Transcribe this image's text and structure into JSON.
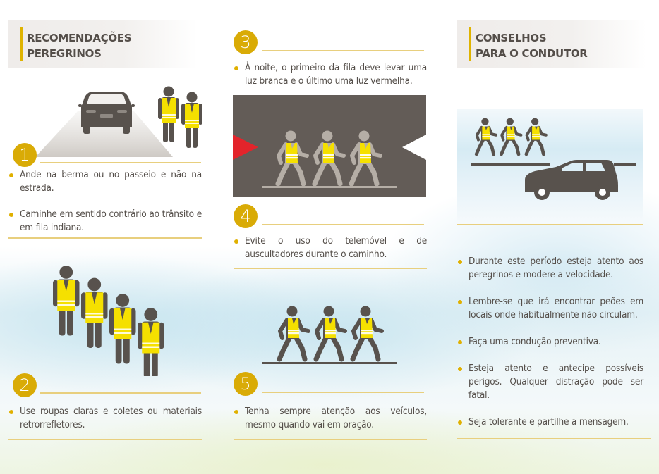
{
  "colors": {
    "accent_gold": "#d9ab06",
    "rule_gold": "#e8cf7e",
    "text_dark": "#544e49",
    "figure_dark": "#58524d",
    "vest_yellow": "#f5e000",
    "night_panel": "#635c57",
    "red_light": "#e3242b"
  },
  "left": {
    "heading": {
      "line1": "RECOMENDAÇÕES",
      "line2": "PEREGRINOS"
    },
    "step1": {
      "number": "1",
      "bullets": [
        "Ande na berma ou no passeio e não na estrada.",
        "Caminhe em sentido contrário ao trânsito e em fila indiana."
      ]
    },
    "step2": {
      "number": "2",
      "bullets": [
        "Use roupas claras e coletes ou materiais retrorrefletores."
      ]
    }
  },
  "middle": {
    "step3": {
      "number": "3",
      "bullets": [
        "À noite, o primeiro da fila deve levar uma luz branca e o último uma luz vermelha."
      ]
    },
    "step4": {
      "number": "4",
      "bullets": [
        "Evite o uso do telemóvel e de auscultadores durante o caminho."
      ]
    },
    "step5": {
      "number": "5",
      "bullets": [
        "Tenha sempre atenção aos veículos, mesmo quando vai em oração."
      ]
    }
  },
  "right": {
    "heading": {
      "line1": "CONSELHOS",
      "line2": "PARA O CONDUTOR"
    },
    "bullets": [
      "Durante este período esteja atento aos peregrinos e modere a velocidade.",
      "Lembre-se que irá encontrar peões em locais onde habitualmente não circulam.",
      "Faça uma condução preventiva.",
      "Esteja atento e antecipe possíveis perigos. Qualquer distração pode ser fatal.",
      "Seja tolerante e partilhe a mensagem."
    ]
  },
  "icons": {
    "car_front": "car-front-icon",
    "standing_pilgrim": "pilgrim-vest-standing-icon",
    "walking_pilgrim": "pilgrim-vest-walking-icon",
    "car_side": "car-side-icon",
    "red_light": "red-light-triangle-icon",
    "white_light": "white-light-triangle-icon"
  }
}
